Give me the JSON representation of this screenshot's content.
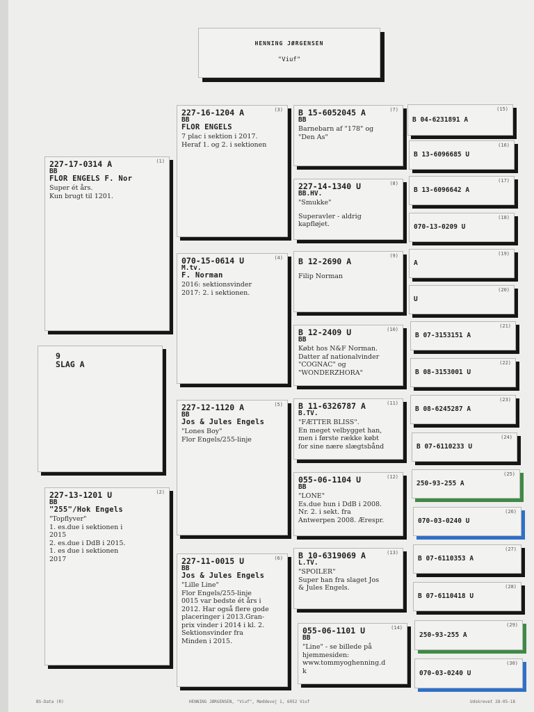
{
  "header": {
    "name": "HENNING JØRGENSEN",
    "location": "\"Viuf\""
  },
  "slag": {
    "number": "9",
    "label": "SLAG A"
  },
  "pigeons": [
    {
      "pos": "(1)",
      "ring": "227-17-0314 A",
      "code": "BB",
      "name": "FLOR ENGELS F. Nor",
      "desc": [
        "Super ét års.",
        "Kun brugt til 1201."
      ]
    },
    {
      "pos": "(2)",
      "ring": "227-13-1201 U",
      "code": "BB",
      "name": "\"255\"/Hok Engels",
      "desc": [
        "\"Topflyver\"",
        "1. es.due i sektionen i",
        "2015",
        "2. es.due i DdB i 2015.",
        "1. es due i sektionen",
        "2017"
      ]
    },
    {
      "pos": "(3)",
      "ring": "227-16-1204 A",
      "code": "BB",
      "name": "FLOR ENGELS",
      "desc": [
        "7 plac i sektion i 2017.",
        "Heraf 1. og 2. i sektionen"
      ]
    },
    {
      "pos": "(4)",
      "ring": "070-15-0614 U",
      "code": "M.tv.",
      "name": "F. Norman",
      "desc": [
        "2016: sektionsvinder",
        "2017: 2. i sektionen."
      ]
    },
    {
      "pos": "(5)",
      "ring": "227-12-1120   A",
      "code": "BB",
      "name": "Jos & Jules Engels",
      "desc": [
        "\"Lones Boy\"",
        "Flor Engels/255-linje"
      ]
    },
    {
      "pos": "(6)",
      "ring": "227-11-0015   U",
      "code": "BB",
      "name": "Jos & Jules Engels",
      "desc": [
        "\"Lille Line\"",
        "Flor Engels/255-linje",
        "0015 var bedste ét års i",
        "2012. Har også flere gode",
        "placeringer i 2013.Gran-",
        "prix vinder i 2014 i kl. 2.",
        "Sektionsvinder fra",
        "Minden i 2015."
      ]
    },
    {
      "pos": "(7)",
      "ring": "B 15-6052045 A",
      "code": "BB",
      "name": "",
      "desc": [
        "Barnebarn af \"178\" og",
        "\"Den As\""
      ]
    },
    {
      "pos": "(8)",
      "ring": "227-14-1340 U",
      "code": "BB.HV.",
      "name": "",
      "desc": [
        "\"Smukke\"",
        "",
        "Superavler - aldrig",
        "kapfløjet."
      ]
    },
    {
      "pos": "(9)",
      "ring": "B 12-2690      A",
      "code": "",
      "name": "",
      "desc": [
        "Filip Norman"
      ]
    },
    {
      "pos": "(10)",
      "ring": "B 12-2409    U",
      "code": "BB",
      "name": "",
      "desc": [
        "Købt hos N&F Norman.",
        "Datter af nationalvinder",
        "\"COGNAC\" og",
        "\"WONDERZHORA\""
      ]
    },
    {
      "pos": "(11)",
      "ring": "B 11-6326787 A",
      "code": "B.TV.",
      "name": "",
      "desc": [
        "\"FÆTTER BLISS\".",
        "En meget velbygget han,",
        "men i første række købt",
        "for sine nære slægtsbånd"
      ]
    },
    {
      "pos": "(12)",
      "ring": "055-06-1104 U",
      "code": "BB",
      "name": "",
      "desc": [
        "\"LONE\"",
        "Es.due hun i DdB i 2008.",
        "Nr. 2. i sekt. fra",
        "Antwerpen 2008. Ærespr."
      ]
    },
    {
      "pos": "(13)",
      "ring": "B 10-6319069 A",
      "code": "L.TV.",
      "name": "",
      "desc": [
        "\"SPOILER\"",
        "Super han fra slaget Jos",
        "& Jules Engels."
      ]
    },
    {
      "pos": "(14)",
      "ring": "055-06-1101 U",
      "code": "BB",
      "name": "",
      "desc": [
        "\"Line\" - se billede på",
        "hjemmesiden:",
        "www.tommyoghenning.d",
        "k"
      ]
    }
  ],
  "ancestors": [
    {
      "pos": "(15)",
      "ring": "B 04-6231891 A"
    },
    {
      "pos": "(16)",
      "ring": "B 13-6096685 U"
    },
    {
      "pos": "(17)",
      "ring": "B 13-6096642 A"
    },
    {
      "pos": "(18)",
      "ring": "070-13-0209    U"
    },
    {
      "pos": "(19)",
      "ring": "A"
    },
    {
      "pos": "(20)",
      "ring": "U"
    },
    {
      "pos": "(21)",
      "ring": "B 07-3153151 A"
    },
    {
      "pos": "(22)",
      "ring": "B 08-3153001 U"
    },
    {
      "pos": "(23)",
      "ring": "B 08-6245287 A"
    },
    {
      "pos": "(24)",
      "ring": "B 07-6110233 U"
    },
    {
      "pos": "(25)",
      "ring": "250-93-255  A"
    },
    {
      "pos": "(26)",
      "ring": "070-03-0240 U"
    },
    {
      "pos": "(27)",
      "ring": "B 07-6110353 A"
    },
    {
      "pos": "(28)",
      "ring": "B 07-6110418 U"
    },
    {
      "pos": "(29)",
      "ring": "250-93-255  A"
    },
    {
      "pos": "(30)",
      "ring": "070-03-0240 U"
    }
  ],
  "footer": {
    "left": "BS-Data (R)",
    "center": "HENNING JØRGENSEN, \"Viuf\", Møddevej 1, 6052 Viuf",
    "right": "Udskrevet 28-05-18"
  },
  "colors": {
    "shadow": "#161616",
    "green_accent": "#3e8a46",
    "blue_accent": "#2f70c8"
  }
}
